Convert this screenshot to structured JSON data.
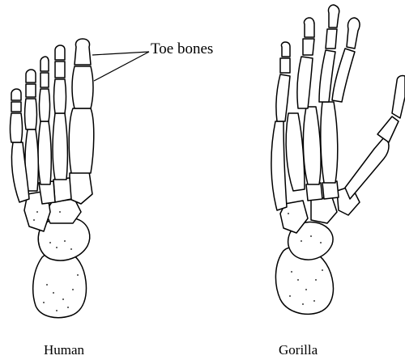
{
  "figure": {
    "annotation": "Toe bones",
    "panels": [
      {
        "id": "human",
        "caption": "Human"
      },
      {
        "id": "gorilla",
        "caption": "Gorilla"
      }
    ]
  },
  "colors": {
    "ink": "#000000",
    "paper": "#ffffff"
  }
}
